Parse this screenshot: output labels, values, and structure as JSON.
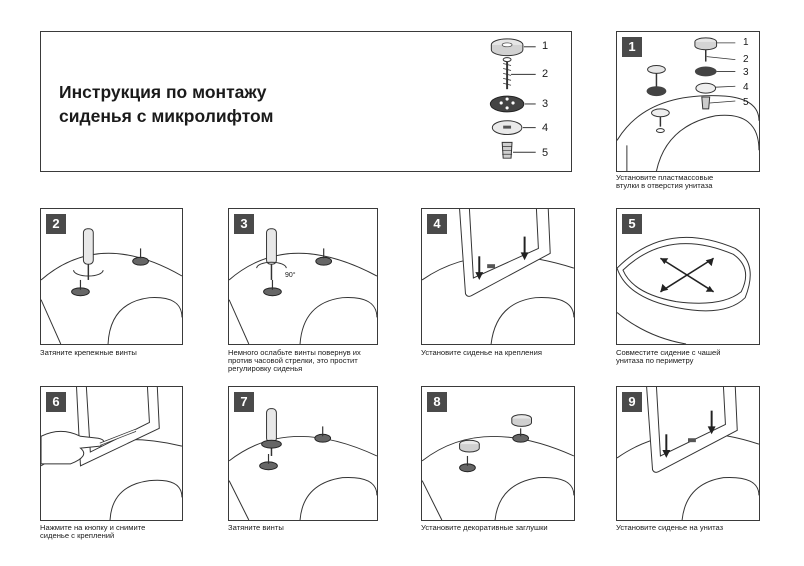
{
  "header": {
    "title_line1": "Инструкция по монтажу",
    "title_line2": "сиденья с микролифтом",
    "part_numbers": [
      "1",
      "2",
      "3",
      "4",
      "5"
    ]
  },
  "steps": [
    {
      "number": "1",
      "caption_line1": "Установите пластмассовые",
      "caption_line2": "втулки в отверстия унитаза",
      "part_numbers": [
        "1",
        "2",
        "3",
        "4",
        "5"
      ]
    },
    {
      "number": "2",
      "caption_line1": "Затяните крепежные винты",
      "caption_line2": ""
    },
    {
      "number": "3",
      "caption_line1": "Немного ослабьте винты повернув их",
      "caption_line2": "против часовой стрелки, это простит",
      "caption_line3": "регулировку сиденья",
      "angle_label": "90°"
    },
    {
      "number": "4",
      "caption_line1": "Установите сиденье на крепления",
      "caption_line2": ""
    },
    {
      "number": "5",
      "caption_line1": "Совместите сидение с чашей",
      "caption_line2": "унитаза по периметру"
    },
    {
      "number": "6",
      "caption_line1": "Нажмите на кнопку и снимите",
      "caption_line2": "сиденье с креплений"
    },
    {
      "number": "7",
      "caption_line1": "Затяните винты",
      "caption_line2": ""
    },
    {
      "number": "8",
      "caption_line1": "Установите декоративные заглушки",
      "caption_line2": ""
    },
    {
      "number": "9",
      "caption_line1": "Установите сиденье на унитаз",
      "caption_line2": ""
    }
  ],
  "colors": {
    "border": "#3a3a3a",
    "badge": "#4a4a4a",
    "line": "#333333"
  }
}
